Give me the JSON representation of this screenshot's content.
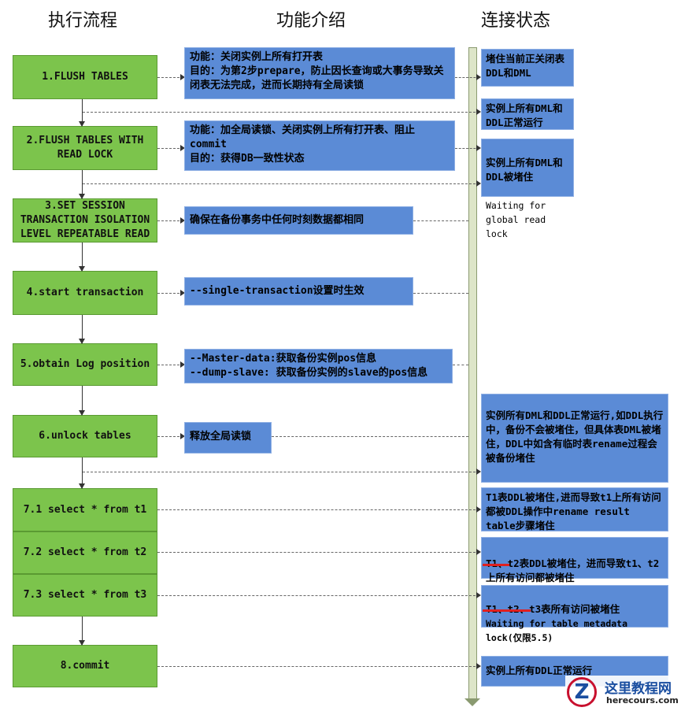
{
  "headers": {
    "flow": "执行流程",
    "function": "功能介绍",
    "state": "连接状态"
  },
  "steps": [
    {
      "label": "1.FLUSH TABLES"
    },
    {
      "label": "2.FLUSH TABLES WITH READ LOCK"
    },
    {
      "label": "3.SET SESSION TRANSACTION ISOLATION LEVEL REPEATABLE READ"
    },
    {
      "label": "4.start transaction"
    },
    {
      "label": "5.obtain Log position"
    },
    {
      "label": "6.unlock tables"
    },
    {
      "label": "7.1 select * from t1"
    },
    {
      "label": "7.2 select * from t2"
    },
    {
      "label": "7.3 select * from t3"
    },
    {
      "label": "8.commit"
    }
  ],
  "functions": [
    "功能：关闭实例上所有打开表\n目的：为第2步prepare，防止因长查询或大事务导致关闭表无法完成，进而长期持有全局读锁",
    "功能：加全局读锁、关闭实例上所有打开表、阻止commit\n目的：获得DB一致性状态",
    "确保在备份事务中任何时刻数据都相同",
    "--single-transaction设置时生效",
    "--Master-data:获取备份实例pos信息\n--dump-slave: 获取备份实例的slave的pos信息",
    "释放全局读锁"
  ],
  "states": {
    "s1": "堵住当前正关闭表DDL和DML",
    "s2": "实例上所有DML和DDL正常运行",
    "s3": "实例上所有DML和DDL被堵住",
    "s3_wait": "Waiting for global read lock",
    "s4": "实例所有DML和DDL正常运行,如DDL执行中，备份不会被堵住，但具体表DML被堵住，DDL中如含有临时表rename过程会被备份堵住",
    "s5": "T1表DDL被堵住,进而导致t1上所有访问都被DDL操作中rename result table步骤堵住",
    "s6_struck": "T1、",
    "s6": "t2表DDL被堵住，进而导致t1、t2上所有访问都被堵住",
    "s7_struck": "T1、t2、",
    "s7": "t3表所有访问被堵住",
    "s7_wait": "Waiting for table metadata lock(仅限5.5)",
    "s8": "实例上所有DDL正常运行"
  },
  "watermark": {
    "name": "这里教程网",
    "url": "herecours.com"
  },
  "colors": {
    "step": "#7cc44c",
    "note": "#5b8bd6",
    "strike": "#e02020"
  }
}
